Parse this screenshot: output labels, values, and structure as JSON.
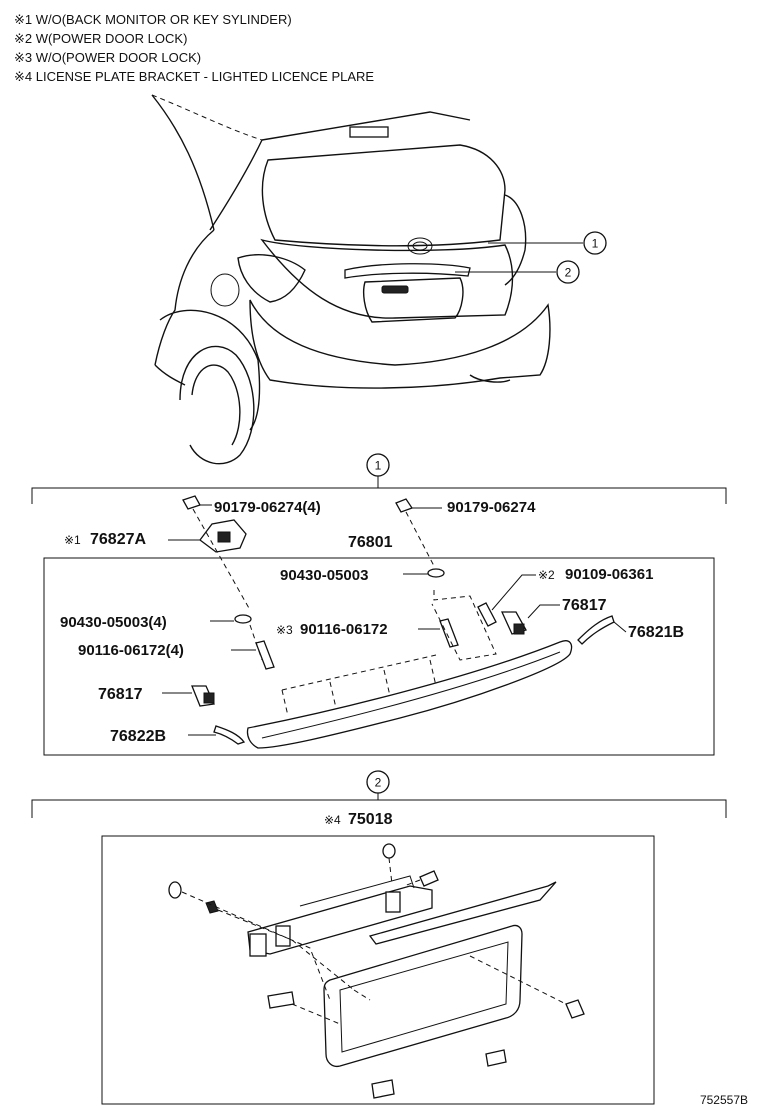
{
  "notes": [
    "※1 W/O(BACK MONITOR OR KEY SYLINDER)",
    "※2 W(POWER DOOR LOCK)",
    "※3 W/O(POWER DOOR LOCK)",
    "※4 LICENSE PLATE BRACKET - LIGHTED LICENCE PLARE"
  ],
  "callouts": {
    "one": "1",
    "two": "2"
  },
  "section1": {
    "marker": "1",
    "parts": {
      "p90179_4": "90179-06274(4)",
      "p90179": "90179-06274",
      "p76827A_mark": "※1",
      "p76827A": "76827A",
      "p76801": "76801",
      "p90430": "90430-05003",
      "p90109_mark": "※2",
      "p90109": "90109-06361",
      "p76817_r": "76817",
      "p90430_4": "90430-05003(4)",
      "p90116_mark": "※3",
      "p90116": "90116-06172",
      "p76821B": "76821B",
      "p90116_4": "90116-06172(4)",
      "p76817_l": "76817",
      "p76822B": "76822B"
    }
  },
  "section2": {
    "marker": "2",
    "parts": {
      "p75018_mark": "※4",
      "p75018": "75018"
    }
  },
  "diagram_id": "752557B"
}
